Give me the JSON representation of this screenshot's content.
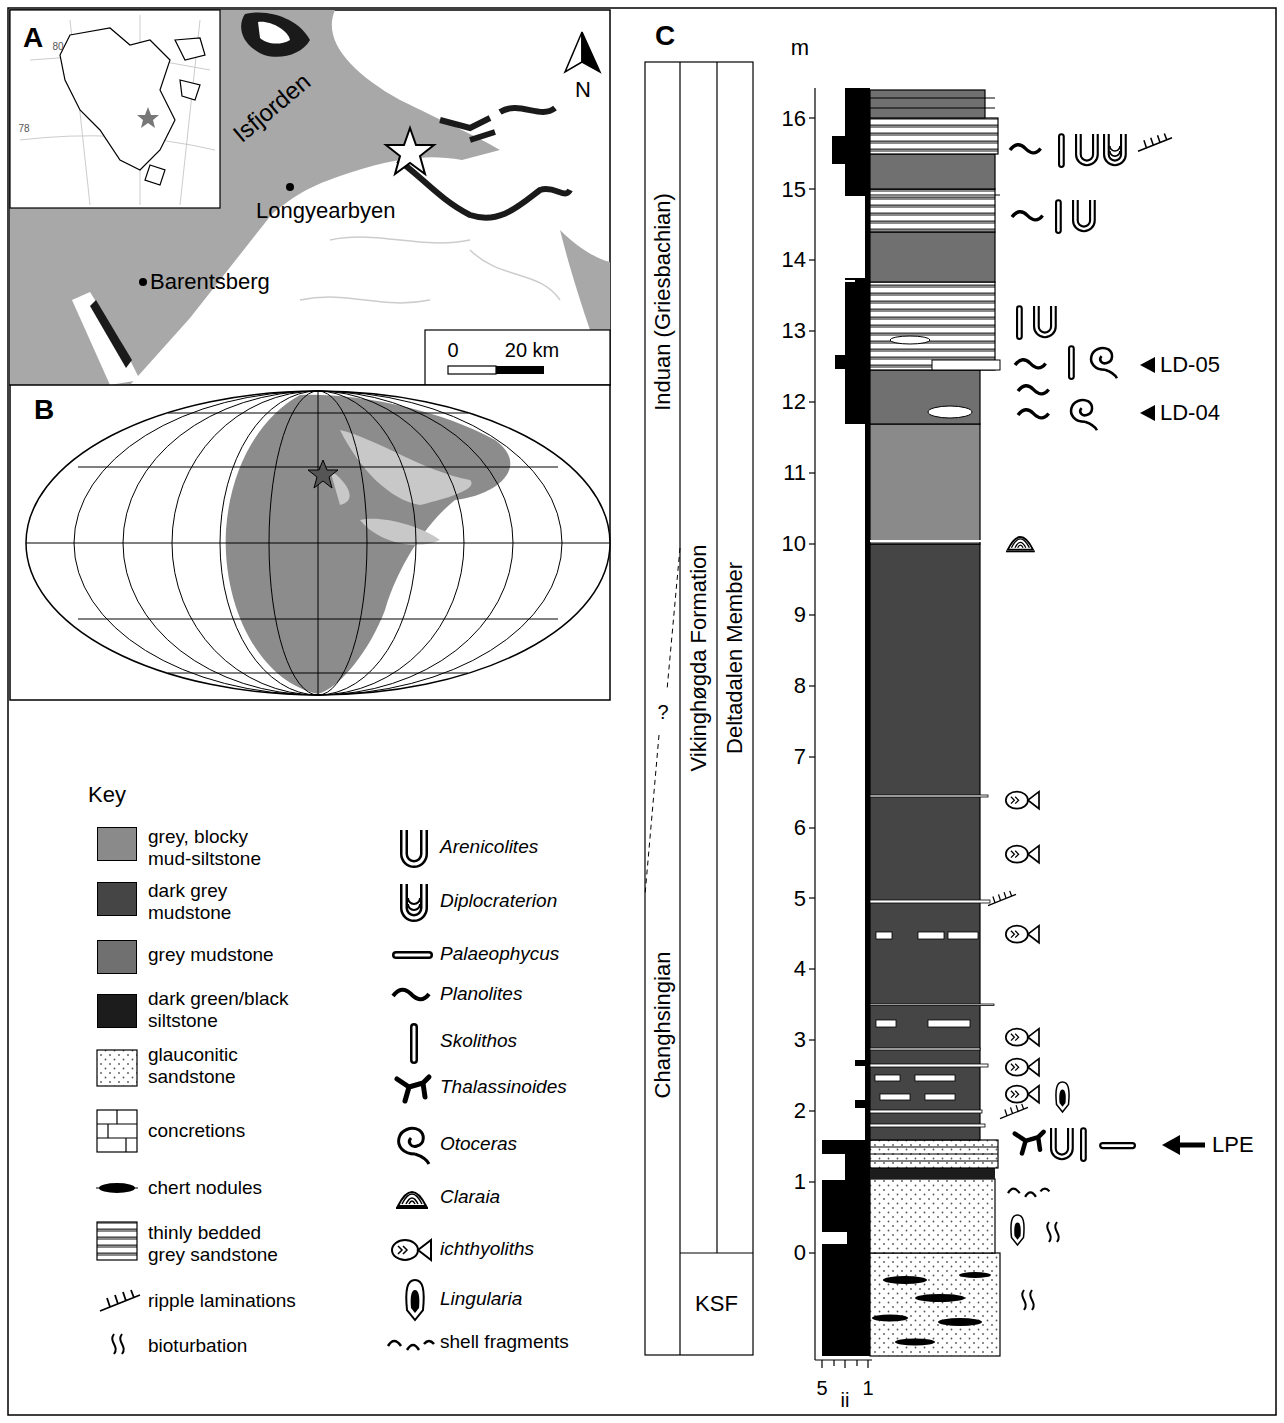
{
  "diagram": {
    "nodes": [
      {
        "text": [
          "Induan (Griesbachian)"
        ]
      },
      {
        "text": [
          "Changhsingian"
        ]
      },
      {
        "text": [
          "Vikinghøgda Formation"
        ]
      },
      {
        "text": [
          "Deltadalen Member"
        ]
      },
      {
        "text": [
          "KSF"
        ]
      }
    ],
    "labels": [
      "A",
      "B",
      "C",
      "N",
      "Isfjorden",
      "Longyearbyen",
      "Barentsberg",
      "0",
      "20 km",
      "80",
      "78",
      "m",
      "0",
      "1",
      "2",
      "3",
      "4",
      "5",
      "6",
      "7",
      "8",
      "9",
      "10",
      "11",
      "12",
      "13",
      "14",
      "15",
      "16",
      "LD-05",
      "LD-04",
      "LPE",
      "Key",
      "5",
      "ii",
      "1",
      "?"
    ],
    "legend": [
      {
        "text": "grey, blocky mud-siltstone",
        "color": "#8a8a8a"
      },
      {
        "text": "dark grey mudstone",
        "color": "#454545"
      },
      {
        "text": "grey mudstone",
        "color": "#707070"
      },
      {
        "text": "dark green/black siltstone",
        "color": "#1c1c1c"
      },
      {
        "text": "glauconitic sandstone"
      },
      {
        "text": "concretions"
      },
      {
        "text": "chert nodules"
      },
      {
        "text": "thinly bedded grey sandstone"
      },
      {
        "text": "ripple laminations"
      },
      {
        "text": "bioturbation"
      },
      {
        "text": "Arenicolites"
      },
      {
        "text": "Diplocraterion"
      },
      {
        "text": "Palaeophycus"
      },
      {
        "text": "Planolites"
      },
      {
        "text": "Skolithos"
      },
      {
        "text": "Thalassinoides"
      },
      {
        "text": "Otoceras"
      },
      {
        "text": "Claraia"
      },
      {
        "text": "ichthyoliths"
      },
      {
        "text": "Lingularia"
      },
      {
        "text": "shell fragments"
      }
    ]
  }
}
